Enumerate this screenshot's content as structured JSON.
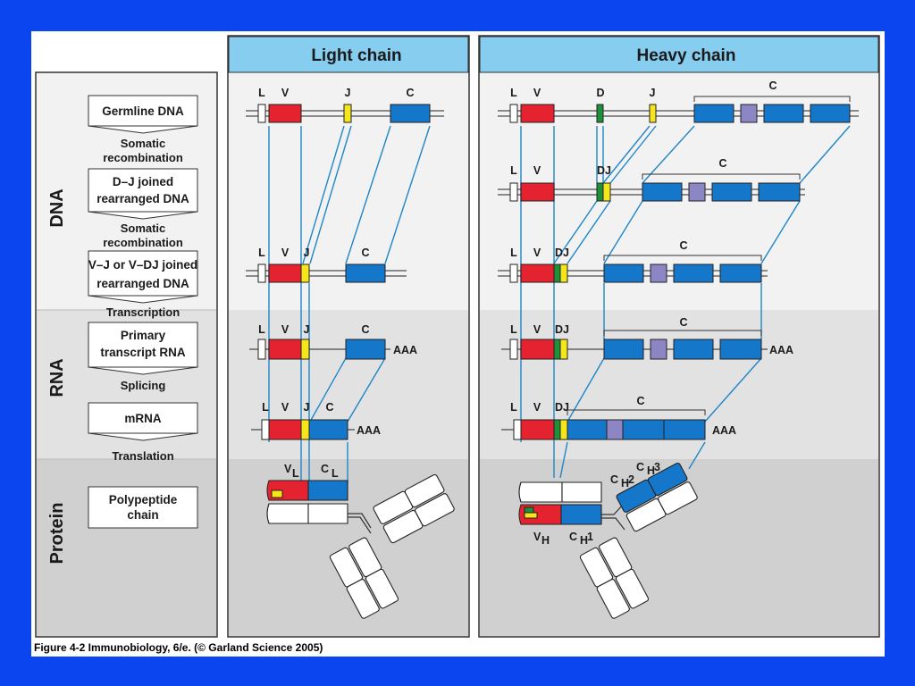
{
  "caption": "Figure 4-2  Immunobiology, 6/e. (© Garland Science 2005)",
  "headers": {
    "light": "Light chain",
    "heavy": "Heavy chain"
  },
  "sections": {
    "dna": "DNA",
    "rna": "RNA",
    "protein": "Protein"
  },
  "steps": {
    "germline": "Germline DNA",
    "dj_joined_1": "D–J joined",
    "dj_joined_2": "rearranged DNA",
    "vj_joined_1": "V–J or V–DJ joined",
    "vj_joined_2": "rearranged DNA",
    "primary_1": "Primary",
    "primary_2": "transcript RNA",
    "mrna": "mRNA",
    "poly_1": "Polypeptide",
    "poly_2": "chain"
  },
  "transitions": {
    "somatic_1a": "Somatic",
    "somatic_1b": "recombination",
    "somatic_2a": "Somatic",
    "somatic_2b": "recombination",
    "transcription": "Transcription",
    "splicing": "Splicing",
    "translation": "Translation"
  },
  "segment_labels": {
    "L": "L",
    "V": "V",
    "J": "J",
    "D": "D",
    "DJ": "DJ",
    "C": "C",
    "AAA": "AAA"
  },
  "protein_labels": {
    "VL_main": "V",
    "VL_sub": "L",
    "CL_main": "C",
    "CL_sub": "L",
    "VH_main": "V",
    "VH_sub": "H",
    "CH1_main": "C",
    "CH1_sub": "H",
    "CH1_num": "1",
    "CH2_main": "C",
    "CH2_sub": "H",
    "CH2_num": "2",
    "CH3_main": "C",
    "CH3_sub": "H",
    "CH3_num": "3"
  },
  "colors": {
    "background": "#0b45f0",
    "header_fill": "#86cdf0",
    "v_segment": "#e5222f",
    "j_segment": "#f5e61c",
    "d_segment": "#1e8f3a",
    "c_segment": "#1577c9",
    "c_intron_exon": "#8c86c4",
    "projection_line": "#1e86c8"
  }
}
